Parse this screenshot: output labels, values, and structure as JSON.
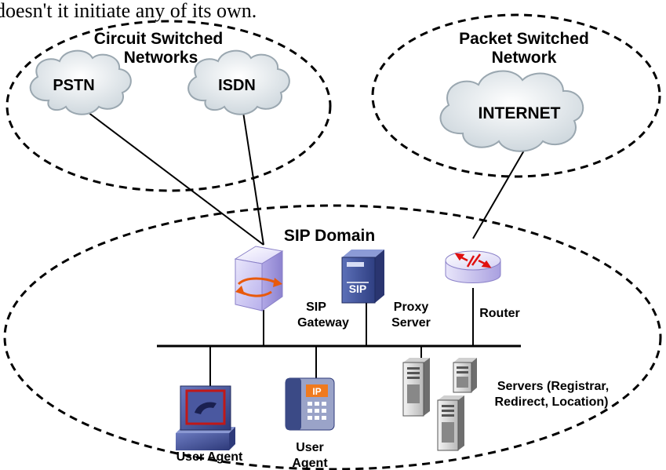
{
  "top_text": "doesn't it initiate any of its own.",
  "circuit_cloud_title_line1": "Circuit Switched",
  "circuit_cloud_title_line2": "Networks",
  "pstn_label": "PSTN",
  "isdn_label": "ISDN",
  "packet_cloud_title_line1": "Packet Switched",
  "packet_cloud_title_line2": "Network",
  "internet_label": "INTERNET",
  "sip_domain_title": "SIP Domain",
  "sip_gateway_label_line1": "SIP",
  "sip_gateway_label_line2": "Gateway",
  "proxy_server_label_line1": "Proxy",
  "proxy_server_label_line2": "Server",
  "sip_logo_text": "SIP",
  "router_label": "Router",
  "servers_label_line1": "Servers (Registrar,",
  "servers_label_line2": "Redirect, Location)",
  "user_agent_pc_label": "User Agent",
  "user_agent_phone_label_line1": "User",
  "user_agent_phone_label_line2": "Agent",
  "ip_badge_text": "IP",
  "colors": {
    "cloud_fill": "#dfe6ea",
    "cloud_stroke": "#9aa7b0",
    "gateway_face": "#c9c3f0",
    "gateway_arrow": "#e8590c",
    "router_fill": "#dcd8f5",
    "router_arrows": "#e01010",
    "server_blue": "#4a5fa8",
    "monitor_frame": "#3b4a86",
    "monitor_screen": "#c01818",
    "phone_body": "#3b4a86",
    "ip_orange": "#f07a1e"
  }
}
